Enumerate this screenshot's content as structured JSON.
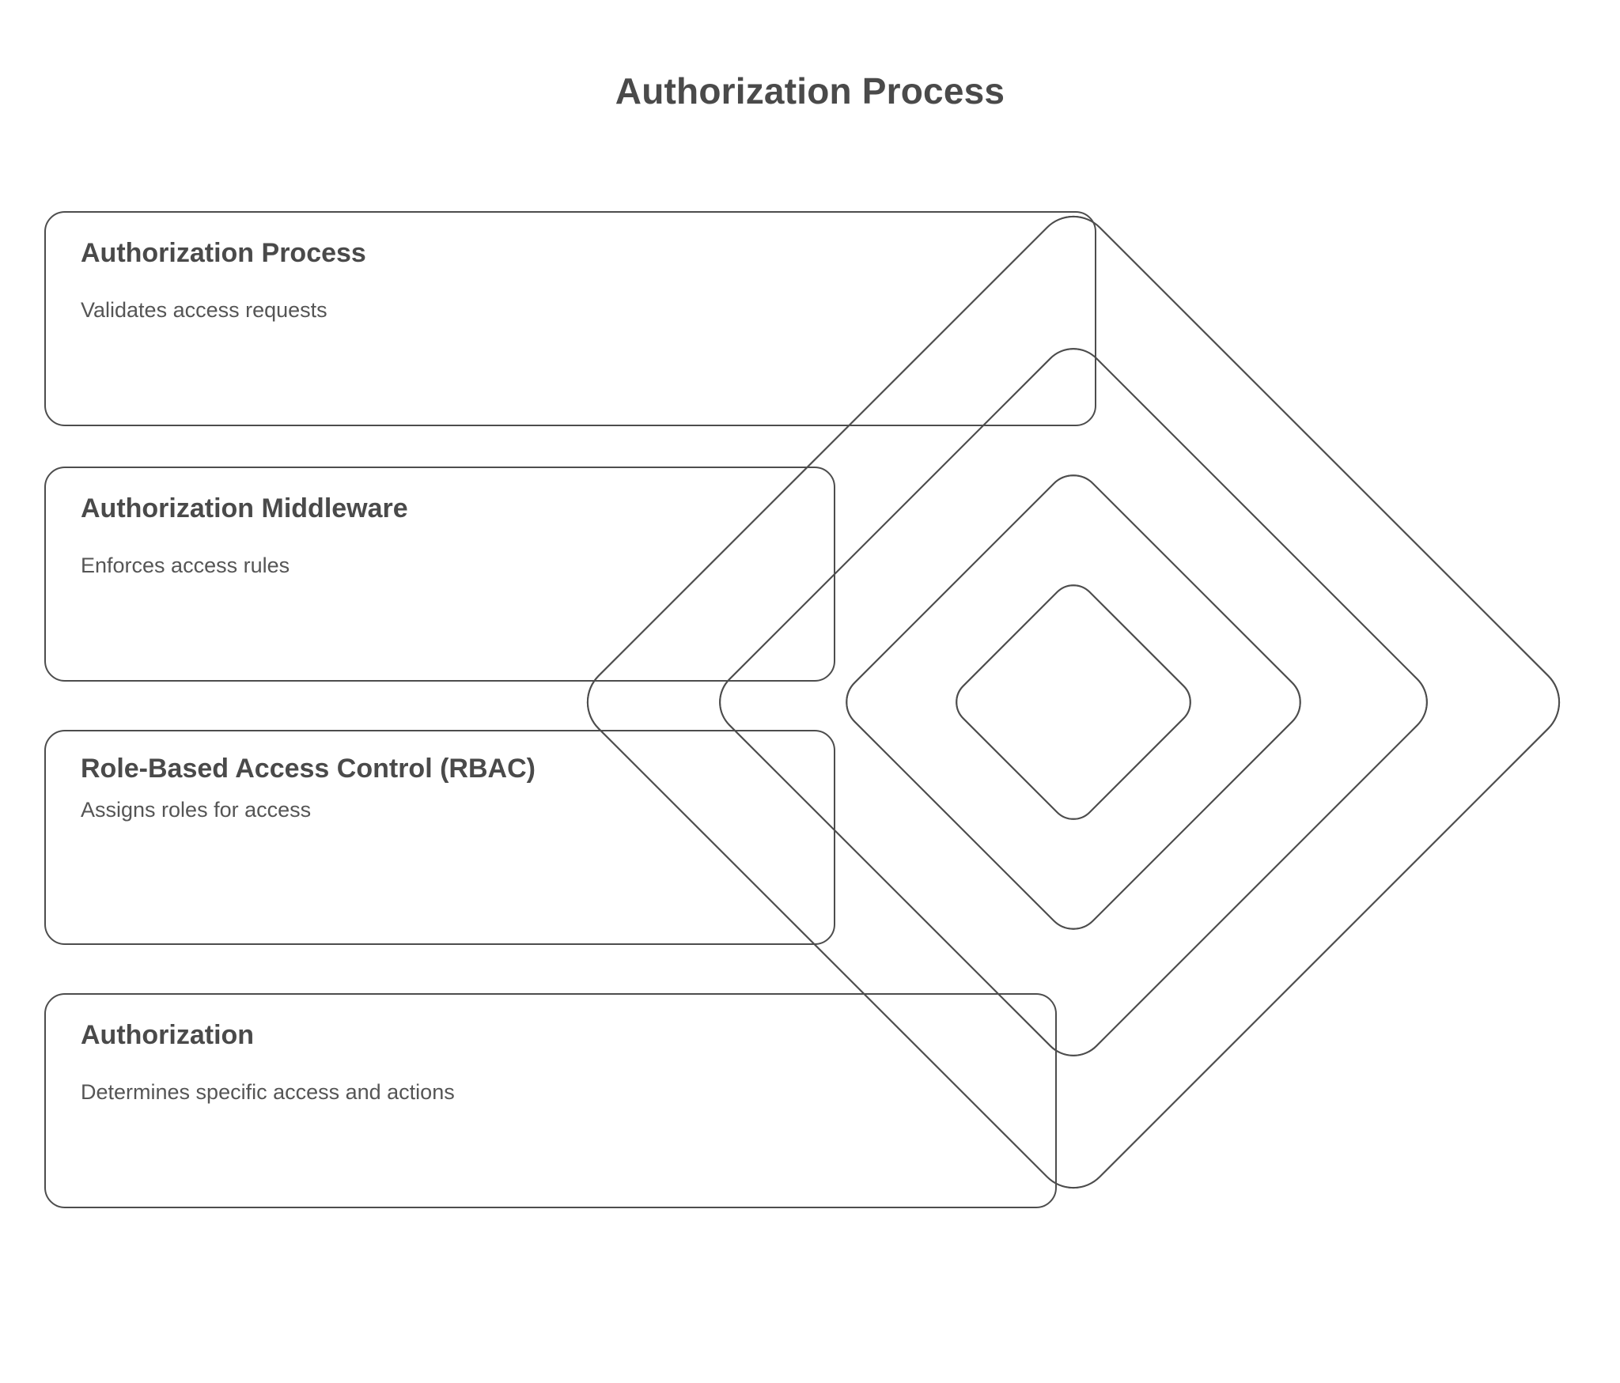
{
  "title": "Authorization Process",
  "theme": {
    "background": "#ffffff",
    "stroke": "#4d4d4d",
    "title_color": "#4a4a4a",
    "text_color": "#555555"
  },
  "layers": [
    {
      "name": "Authorization Process",
      "description": "Validates access requests",
      "level": 1
    },
    {
      "name": "Authorization Middleware",
      "description": "Enforces access rules",
      "level": 2
    },
    {
      "name": "Role-Based Access Control (RBAC)",
      "description": "Assigns roles for access",
      "level": 3
    },
    {
      "name": "Authorization",
      "description": "Determines specific access and actions",
      "level": 4
    }
  ],
  "diamonds": [
    {
      "label": "outermost-diamond",
      "level": 1
    },
    {
      "label": "second-diamond",
      "level": 2
    },
    {
      "label": "third-diamond",
      "level": 3
    },
    {
      "label": "innermost-diamond",
      "level": 4
    }
  ]
}
